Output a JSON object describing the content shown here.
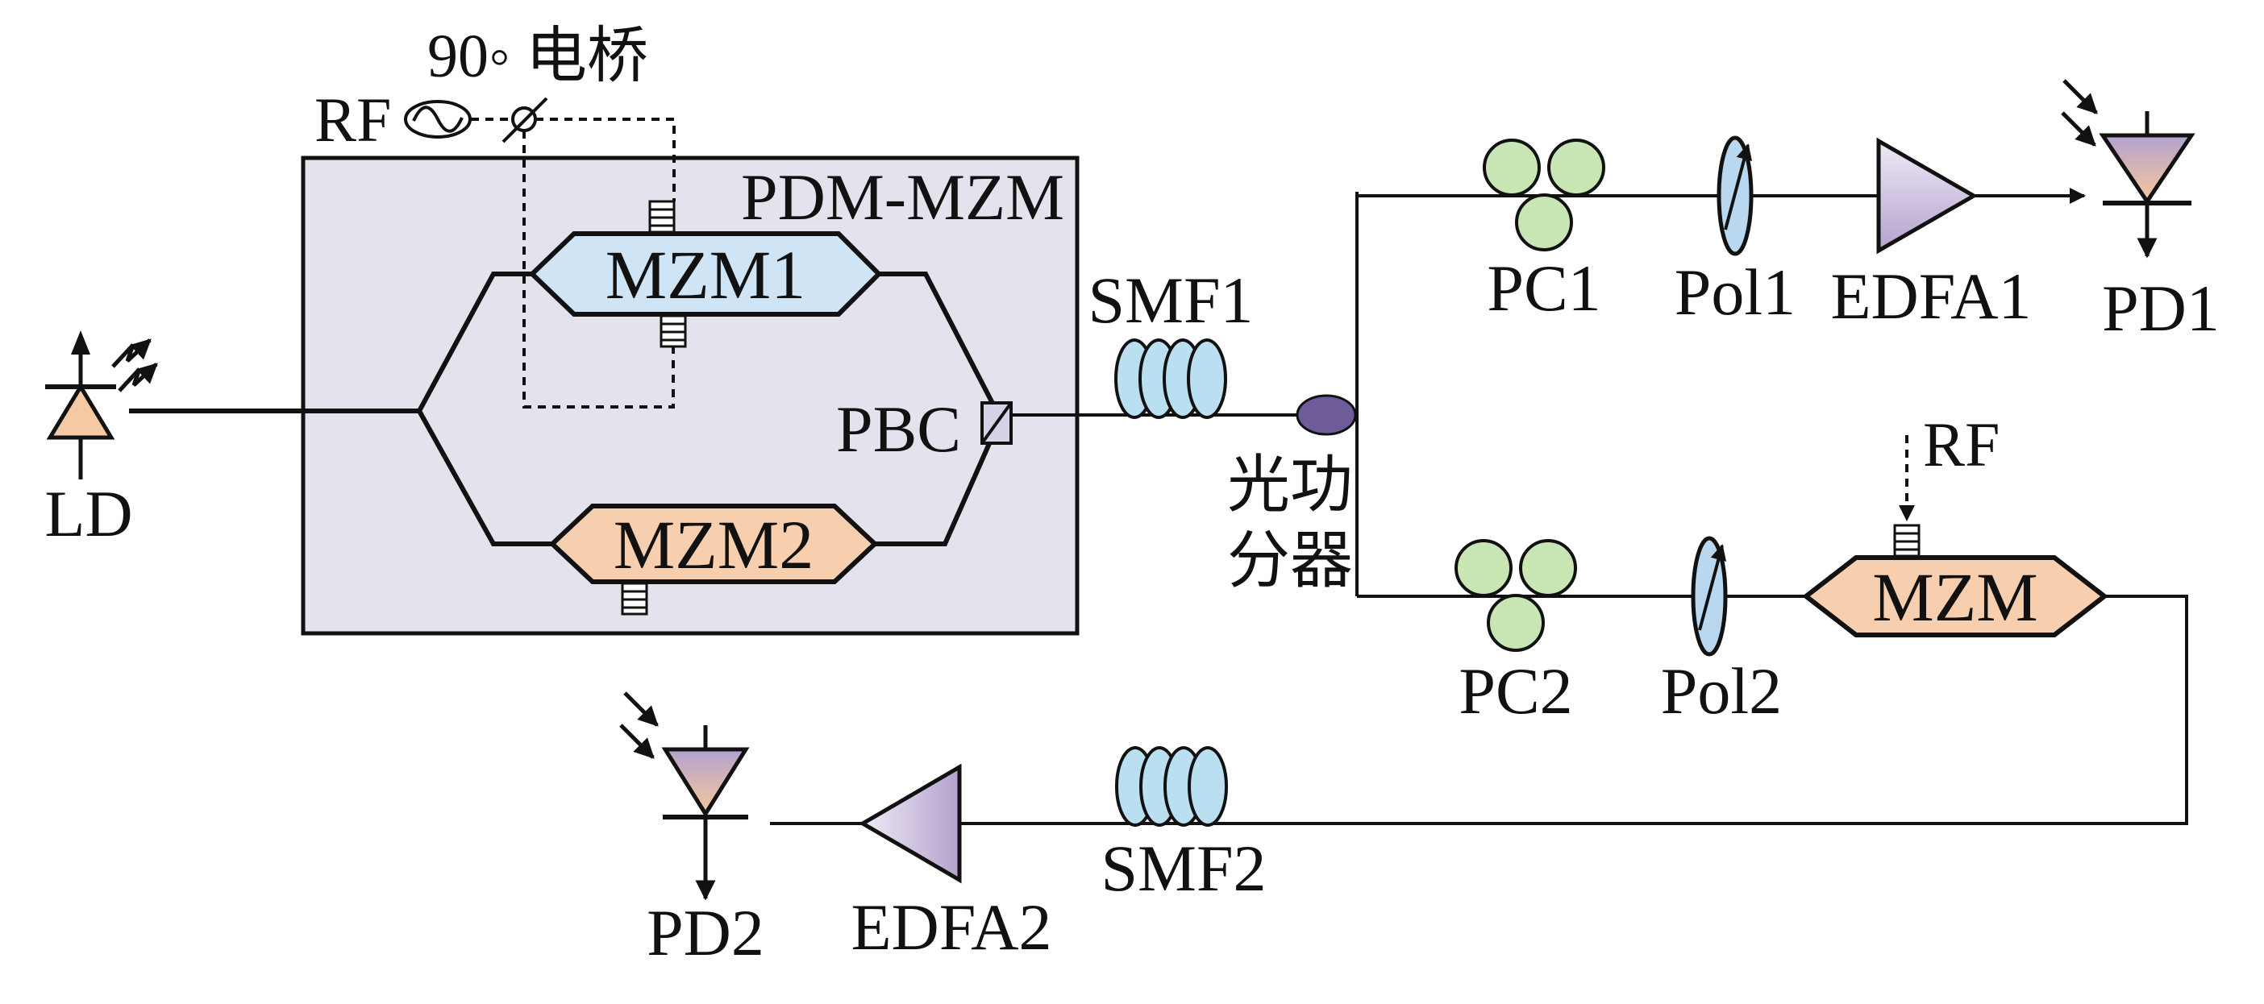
{
  "labels": {
    "ld": "LD",
    "rf_top": "RF",
    "hybrid": "90◦ 电桥",
    "pdm_mzm": "PDM-MZM",
    "mzm1": "MZM1",
    "mzm2": "MZM2",
    "pbc": "PBC",
    "smf1": "SMF1",
    "splitter_line1": "光功",
    "splitter_line2": "分器",
    "pc1": "PC1",
    "pol1": "Pol1",
    "edfa1": "EDFA1",
    "pd1": "PD1",
    "pc2": "PC2",
    "pol2": "Pol2",
    "mzm": "MZM",
    "rf_right": "RF",
    "smf2": "SMF2",
    "edfa2": "EDFA2",
    "pd2": "PD2"
  },
  "colors": {
    "module_fill": "#e4e2ec",
    "mzm1_fill": "#cfe4f4",
    "mzm_orange": "#f7cfae",
    "fiber_fill": "#b9dff0",
    "pc_fill": "#c8e6b4",
    "splitter_fill": "#6e5b9a",
    "polarizer_fill": "#b9d8ef",
    "amp_top": "#e8e2f2",
    "amp_bottom": "#b7a6cf",
    "diode_top": "#b9a6d2",
    "diode_bottom": "#f5c79e"
  }
}
